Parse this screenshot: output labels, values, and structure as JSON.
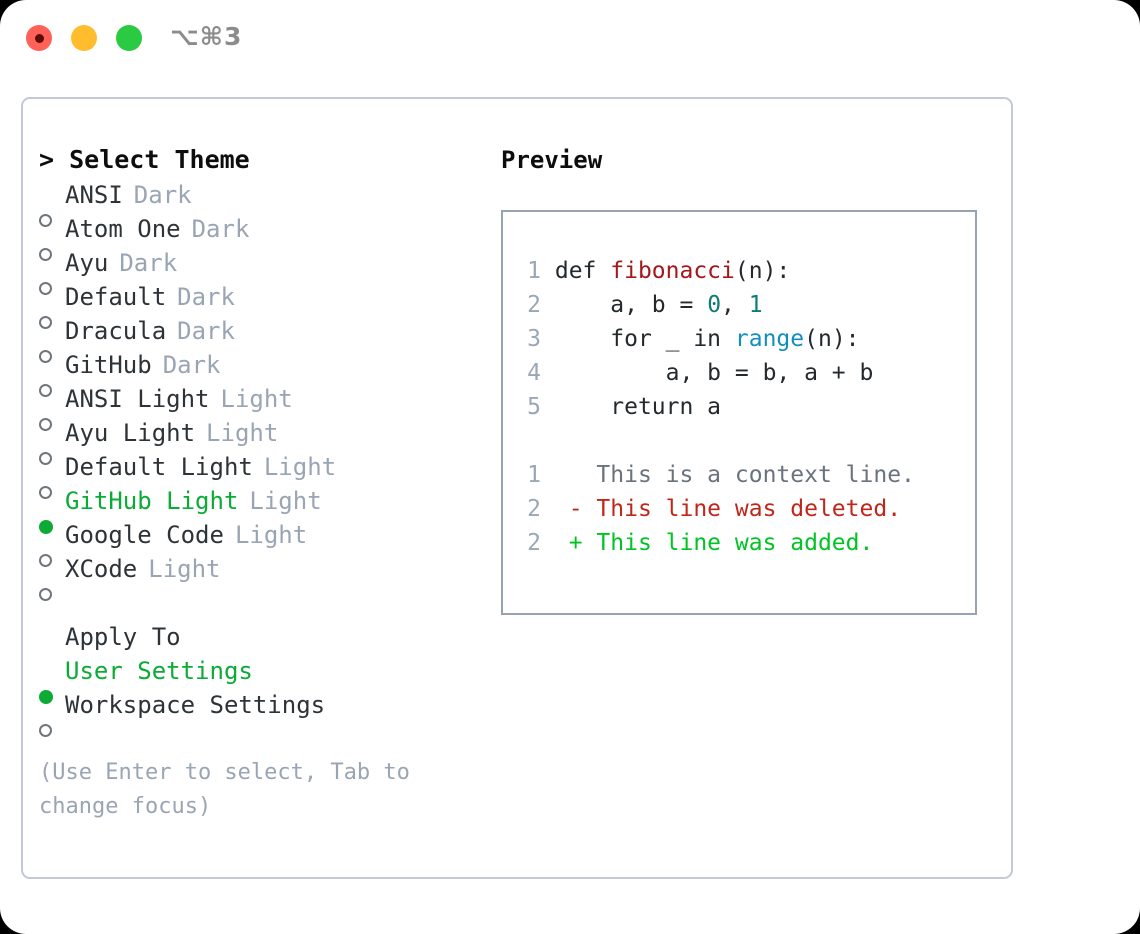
{
  "titlebar": {
    "title": "⌥⌘3",
    "traffic_lights": [
      "close-red",
      "minimize-yellow",
      "zoom-green"
    ]
  },
  "theme_picker": {
    "heading": "> Select Theme",
    "items": [
      {
        "name": "ANSI",
        "tag": "Dark",
        "selected": false
      },
      {
        "name": "Atom One",
        "tag": "Dark",
        "selected": false
      },
      {
        "name": "Ayu",
        "tag": "Dark",
        "selected": false
      },
      {
        "name": "Default",
        "tag": "Dark",
        "selected": false
      },
      {
        "name": "Dracula",
        "tag": "Dark",
        "selected": false
      },
      {
        "name": "GitHub",
        "tag": "Dark",
        "selected": false
      },
      {
        "name": "ANSI Light",
        "tag": "Light",
        "selected": false
      },
      {
        "name": "Ayu Light",
        "tag": "Light",
        "selected": false
      },
      {
        "name": "Default Light",
        "tag": "Light",
        "selected": false
      },
      {
        "name": "GitHub Light",
        "tag": "Light",
        "selected": true
      },
      {
        "name": "Google Code",
        "tag": "Light",
        "selected": false
      },
      {
        "name": "XCode",
        "tag": "Light",
        "selected": false
      }
    ]
  },
  "apply_to": {
    "heading": "Apply To",
    "items": [
      {
        "name": "User Settings",
        "selected": true
      },
      {
        "name": "Workspace Settings",
        "selected": false
      }
    ]
  },
  "hint": "(Use Enter to select, Tab to change focus)",
  "preview": {
    "label": "Preview",
    "code_lines": [
      {
        "num": "1",
        "tokens": [
          {
            "text": "def ",
            "kind": "plain"
          },
          {
            "text": "fibonacci",
            "kind": "fn"
          },
          {
            "text": "(n):",
            "kind": "plain"
          }
        ]
      },
      {
        "num": "2",
        "tokens": [
          {
            "text": "    a, b = ",
            "kind": "plain"
          },
          {
            "text": "0",
            "kind": "num"
          },
          {
            "text": ", ",
            "kind": "plain"
          },
          {
            "text": "1",
            "kind": "num"
          }
        ]
      },
      {
        "num": "3",
        "tokens": [
          {
            "text": "    for _ in ",
            "kind": "plain"
          },
          {
            "text": "range",
            "kind": "call"
          },
          {
            "text": "(n):",
            "kind": "plain"
          }
        ]
      },
      {
        "num": "4",
        "tokens": [
          {
            "text": "        a, b = b, a + b",
            "kind": "plain"
          }
        ]
      },
      {
        "num": "5",
        "tokens": [
          {
            "text": "    return a",
            "kind": "plain"
          }
        ]
      }
    ],
    "diff_lines": [
      {
        "num": "1",
        "marker": " ",
        "text": " This is a context line.",
        "kind": "ctx"
      },
      {
        "num": "2",
        "marker": "-",
        "text": " This line was deleted.",
        "kind": "del"
      },
      {
        "num": "2",
        "marker": "+",
        "text": " This line was added.",
        "kind": "add"
      }
    ]
  },
  "colors": {
    "accent_green": "#0cab36",
    "tag_muted": "#9aa5b4",
    "panel_border": "#c3c9d6",
    "preview_border": "#97a3b0",
    "fn_red": "#a3181d",
    "num_teal": "#0f7b78",
    "call_blue": "#128fbd",
    "diff_del": "#c0271b",
    "diff_add": "#00c423",
    "line_number": "#9aa7b5"
  }
}
